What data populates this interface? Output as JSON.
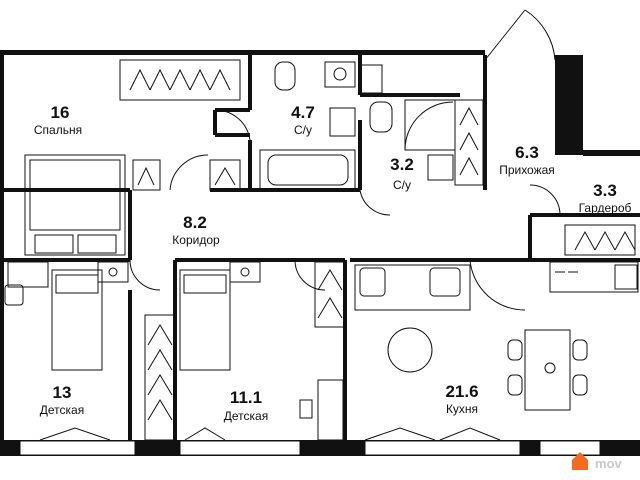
{
  "rooms": [
    {
      "id": "bedroom",
      "area": "16",
      "name": "Спальня"
    },
    {
      "id": "bath1",
      "area": "4.7",
      "name": "С/у"
    },
    {
      "id": "bath2",
      "area": "3.2",
      "name": "С/у"
    },
    {
      "id": "hall",
      "area": "6.3",
      "name": "Прихожая"
    },
    {
      "id": "wardrobe",
      "area": "3.3",
      "name": "Гардероб"
    },
    {
      "id": "corridor",
      "area": "8.2",
      "name": "Коридор"
    },
    {
      "id": "kids1",
      "area": "13",
      "name": "Детская"
    },
    {
      "id": "kids2",
      "area": "11.1",
      "name": "Детская"
    },
    {
      "id": "kitchen",
      "area": "21.6",
      "name": "Кухня"
    }
  ],
  "watermark": {
    "text": "mov",
    "color": "#f26b21"
  },
  "colors": {
    "wall": "#111111",
    "line": "#1a1a1a",
    "background": "#ffffff"
  }
}
